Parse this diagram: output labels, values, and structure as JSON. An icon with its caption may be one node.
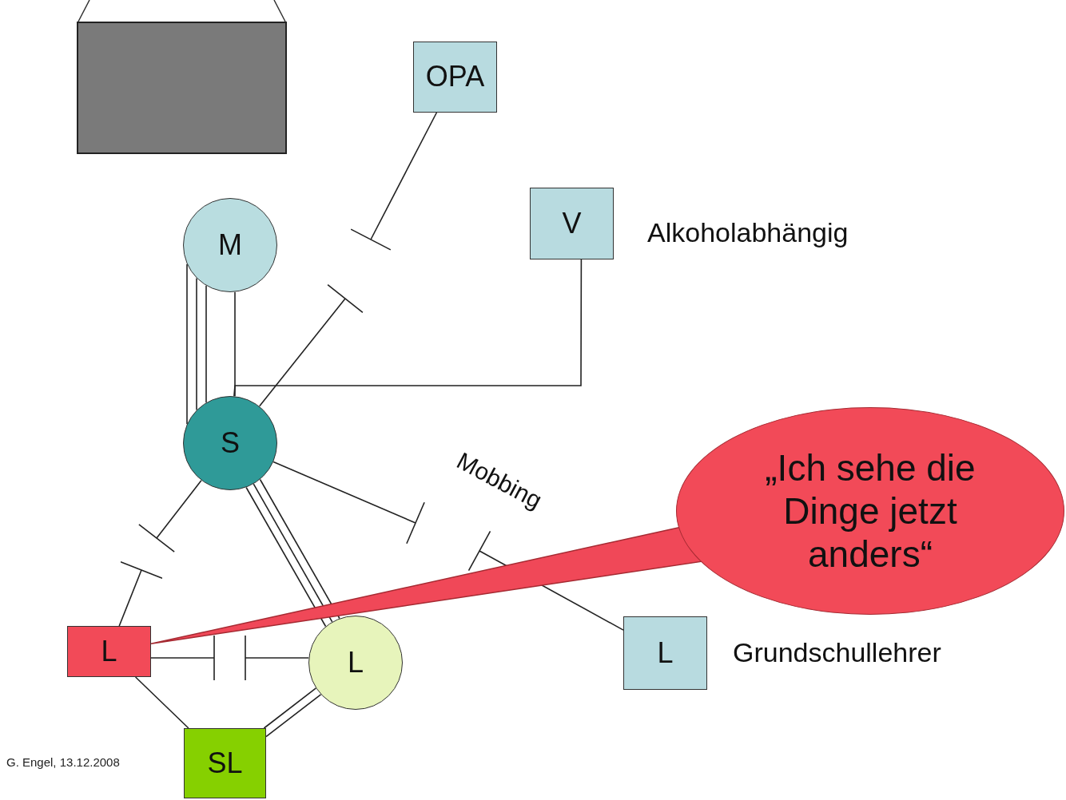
{
  "diagram": {
    "nodes": [
      {
        "text": [],
        "shape": "box"
      },
      {
        "text": [
          "OPA"
        ]
      },
      {
        "text": [
          "M"
        ]
      },
      {
        "text": [
          "V"
        ],
        "beside": [
          "Alkoholabhängig"
        ]
      },
      {
        "text": [
          "S"
        ]
      },
      {
        "text": [
          "L"
        ]
      },
      {
        "text": [
          "L"
        ]
      },
      {
        "text": [
          "L"
        ],
        "beside": [
          "Grundschullehrer"
        ]
      },
      {
        "text": [
          "SL"
        ]
      },
      {
        "text": [
          "„Ich sehe die Dinge jetzt anders“"
        ]
      }
    ],
    "edges": [
      {
        "from": 1,
        "to": null,
        "arrow": "other"
      },
      {
        "from": 4,
        "to": null,
        "arrow": "other"
      },
      {
        "from": 2,
        "to": 4,
        "arrow": "none"
      },
      {
        "from": 2,
        "to": 4,
        "arrow": "none"
      },
      {
        "from": 2,
        "to": 4,
        "arrow": "none"
      },
      {
        "from": 2,
        "to": 4,
        "arrow": "none"
      },
      {
        "from": 3,
        "to": 4,
        "arrow": "none"
      },
      {
        "from": 4,
        "to": null,
        "arrow": "other"
      },
      {
        "from": 5,
        "to": null,
        "arrow": "other"
      },
      {
        "from": 4,
        "to": 6,
        "arrow": "none"
      },
      {
        "from": 4,
        "to": 6,
        "arrow": "none"
      },
      {
        "from": 4,
        "to": 6,
        "arrow": "none"
      },
      {
        "from": 4,
        "to": null,
        "arrow": "other",
        "label": "Mobbing"
      },
      {
        "from": 7,
        "to": null,
        "arrow": "other"
      },
      {
        "from": 5,
        "to": null,
        "arrow": "other"
      },
      {
        "from": 6,
        "to": null,
        "arrow": "other"
      },
      {
        "from": 5,
        "to": 8,
        "arrow": "none"
      },
      {
        "from": 6,
        "to": 8,
        "arrow": "none"
      },
      {
        "from": 6,
        "to": 8,
        "arrow": "none"
      },
      {
        "from": 9,
        "to": 5,
        "arrow": "none",
        "color": "#f04858"
      }
    ],
    "labels": [
      "G. Engel, 13.12.2008"
    ]
  }
}
